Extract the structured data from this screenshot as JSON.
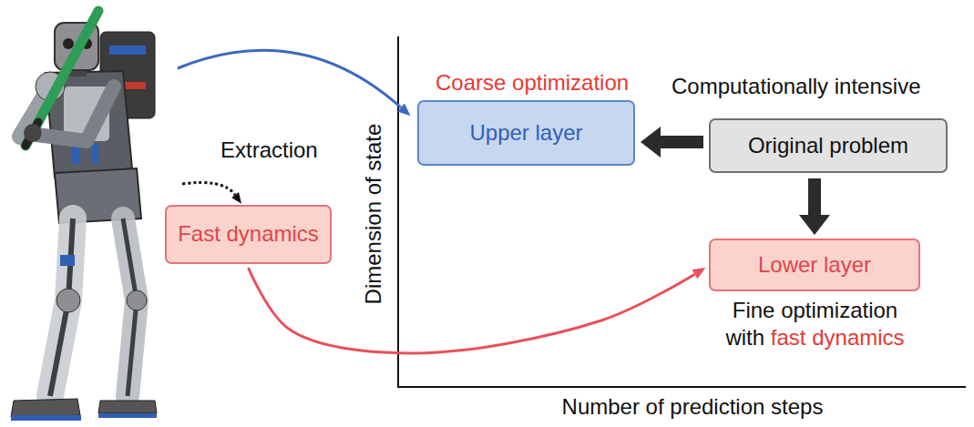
{
  "diagram": {
    "nodes": [
      {
        "text": [
          "Upper layer"
        ]
      },
      {
        "text": [
          "Original problem"
        ]
      },
      {
        "text": [
          "Fast dynamics"
        ]
      },
      {
        "text": [
          "Lower layer"
        ]
      }
    ],
    "edges": [
      {
        "from": 1,
        "to": 0,
        "arrow": "to"
      },
      {
        "from": 1,
        "to": 3,
        "arrow": "to"
      },
      {
        "from": 2,
        "to": 3,
        "arrow": "to"
      }
    ],
    "labels": [
      "Coarse optimization",
      "Computationally intensive",
      "Extraction",
      "Dimension of state",
      "Fine optimization with",
      "fast dynamics",
      "Number of prediction steps"
    ]
  }
}
